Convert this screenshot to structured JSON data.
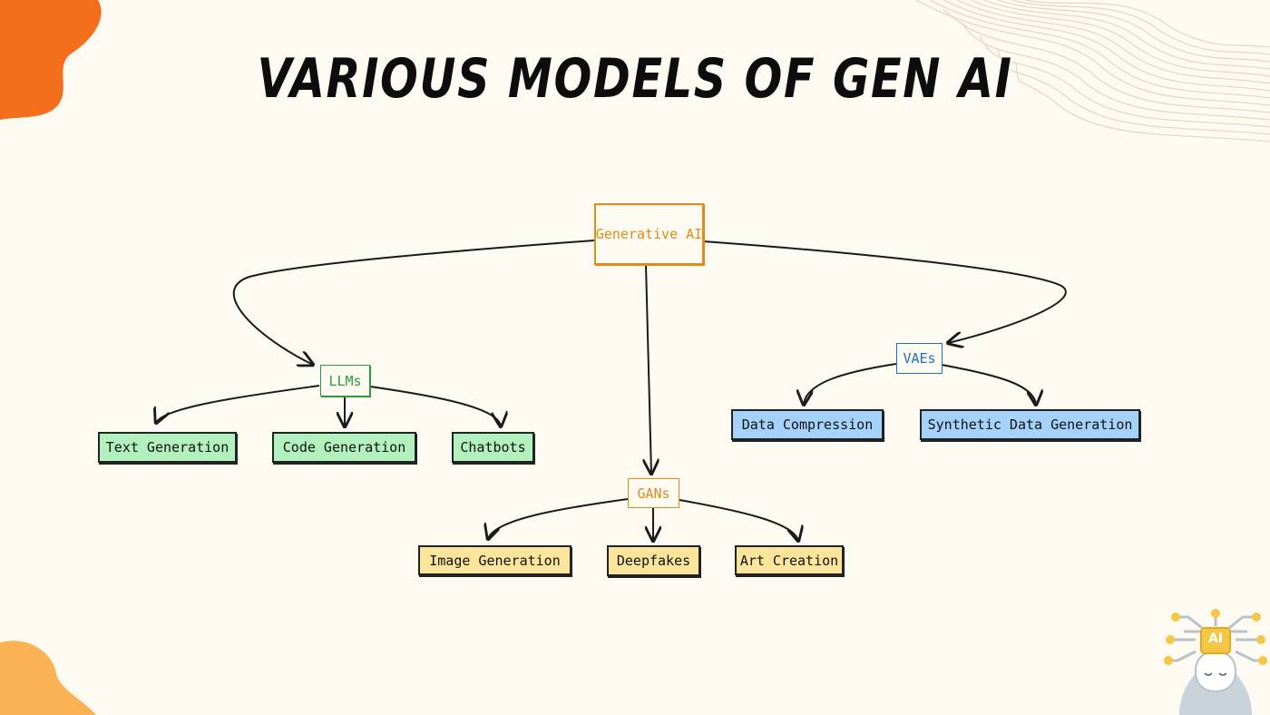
{
  "title": "VARIOUS MODELS OF GEN AI",
  "diagram": {
    "root": "Generative AI",
    "branches": [
      {
        "label": "LLMs",
        "children": [
          "Text Generation",
          "Code Generation",
          "Chatbots"
        ]
      },
      {
        "label": "GANs",
        "children": [
          "Image Generation",
          "Deepfakes",
          "Art Creation"
        ]
      },
      {
        "label": "VAEs",
        "children": [
          "Data Compression",
          "Synthetic Data Generation"
        ]
      }
    ]
  },
  "logo": {
    "text": "AI",
    "icon": "ai-head-icon"
  },
  "colors": {
    "orange_accent": "#f36f1c",
    "root_orange": "#e38a18",
    "llm_green": "#2c9a3b",
    "vae_blue": "#1f6fc4",
    "green_fill": "#b2f0bd",
    "blue_fill": "#a4d2fb",
    "yellow_fill": "#fbe59a"
  }
}
